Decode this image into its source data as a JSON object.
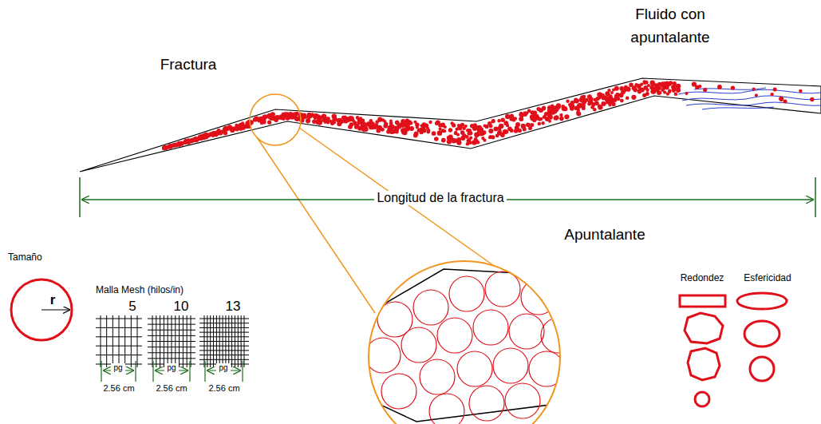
{
  "diagram": {
    "labels": [
      "Fractura",
      "Fluido con apuntalante",
      "Longitud de la fractura",
      "Tamaño",
      "Malla Mesh (hilos/in)",
      "5",
      "10",
      "13",
      "pg",
      "pg",
      "pg",
      "2.56 cm",
      "2.56 cm",
      "2.56 cm",
      "Apuntalante",
      "Redondez",
      "Esfericidad",
      "r"
    ]
  }
}
